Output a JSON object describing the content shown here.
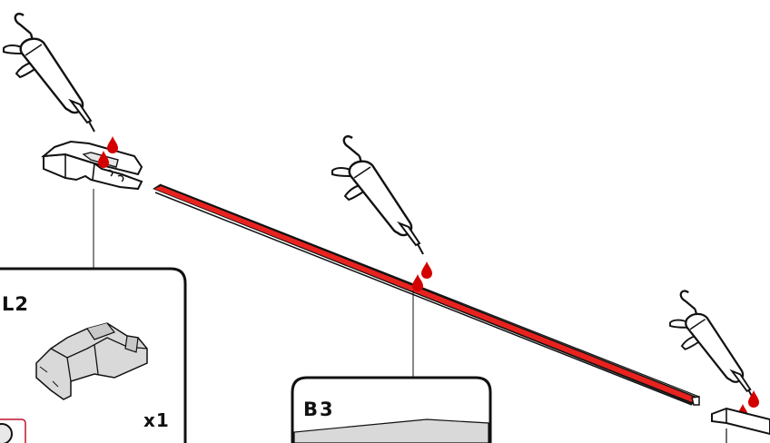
{
  "callouts": [
    {
      "id": "L2",
      "label": "L2",
      "quantity": "x1"
    },
    {
      "id": "B3",
      "label": "B3"
    }
  ],
  "colors": {
    "glue": "#d40000",
    "rail": "#e8231f",
    "outline": "#111111",
    "part_fill": "#d9d9d9",
    "background": "#ffffff"
  },
  "icons": [
    "syringe-icon",
    "glue-drop-icon",
    "bracket-part-icon",
    "round-part-icon"
  ]
}
